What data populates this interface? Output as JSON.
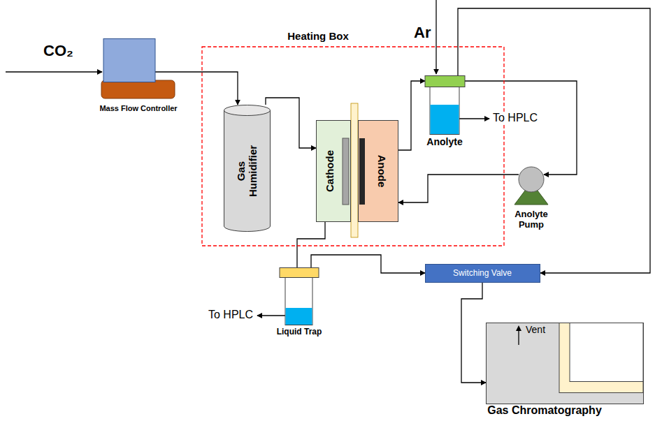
{
  "diagram": {
    "nodes": [
      {
        "text": [
          "Heating Box"
        ]
      },
      {
        "text": [
          "Mass Flow Controller"
        ]
      },
      {
        "text": [
          "Gas Humidifier"
        ],
        "in": 0
      },
      {
        "text": [
          "Cathode"
        ],
        "in": 0
      },
      {
        "text": [
          "Anode"
        ],
        "in": 0
      },
      {
        "text": [
          "Anolyte"
        ],
        "in": 0
      },
      {
        "text": [
          "Anolyte Pump"
        ]
      },
      {
        "text": [
          "Liquid Trap"
        ]
      },
      {
        "text": [
          "Switching Valve"
        ]
      },
      {
        "text": [
          "Gas Chromatography"
        ]
      }
    ],
    "edges": [
      {
        "from": 1,
        "to": 2,
        "arrow": "to"
      },
      {
        "from": 2,
        "to": 3,
        "arrow": "to"
      },
      {
        "from": 4,
        "to": 5,
        "arrow": "to"
      },
      {
        "from": 5,
        "to": 6,
        "arrow": "to"
      },
      {
        "from": 6,
        "to": 4,
        "arrow": "to"
      },
      {
        "from": 3,
        "to": 7,
        "arrow": "none"
      },
      {
        "from": 7,
        "to": 8,
        "arrow": "to"
      },
      {
        "from": 8,
        "to": 9,
        "arrow": "to"
      },
      {
        "from": 5,
        "to": 8,
        "arrow": "to"
      }
    ],
    "labels": [
      "CO₂",
      "Ar",
      "To HPLC",
      "To HPLC",
      "Vent"
    ]
  }
}
